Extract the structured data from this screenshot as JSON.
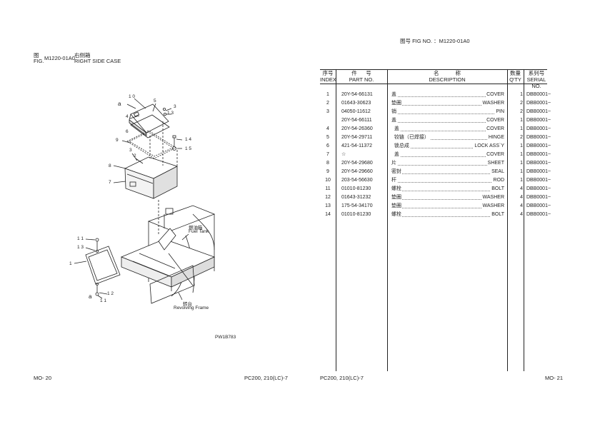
{
  "left_page": {
    "fig_label_cn": "图",
    "fig_label_en": "FIG.",
    "fig_no": "M1220-01A0",
    "title_cn": "右侧箱",
    "title_en": "RIGHT SIDE CASE",
    "drawing_code": "PW1B783",
    "footer_left": "MO- 20",
    "footer_right": "PC200, 210(LC)-7",
    "callouts": [
      "1 0",
      "5",
      "3",
      "4",
      "a",
      "1 3",
      "6",
      "9",
      "1 4",
      "1 5",
      "3",
      "2",
      "8",
      "7",
      "1 1",
      "1 3",
      "1",
      "1 2",
      "1 1",
      "a"
    ],
    "fuel_tank_cn": "燃油箱",
    "fuel_tank_en": "Fuel Tank",
    "frame_cn": "转台",
    "frame_en": "Revolving Frame"
  },
  "right_page": {
    "fig_header": "图号  FIG NO.  ：M1220-01A0",
    "footer_left": "PC200, 210(LC)-7",
    "footer_right": "MO- 21",
    "headers": {
      "index_cn": "序号",
      "index_en": "INDEX",
      "part_cn": "件      号",
      "part_en": "PART NO.",
      "desc_cn": "名           称",
      "desc_en": "DESCRIPTION",
      "qty_cn": "数量",
      "qty_en": "Q'TY",
      "serial_cn": "系列号",
      "serial_en": "SERIAL NO."
    },
    "rows": [
      {
        "index": "1",
        "part": "20Y-54-66131",
        "cn": "盖",
        "en": "COVER",
        "qty": "1",
        "serial": "DBB0001~"
      },
      {
        "index": "2",
        "part": "01643-30623",
        "cn": "垫圈",
        "en": "WASHER",
        "qty": "2",
        "serial": "DBB0001~"
      },
      {
        "index": "3",
        "part": "04050-11612",
        "cn": "销",
        "en": "PIN",
        "qty": "2",
        "serial": "DBB0001~"
      },
      {
        "index": "",
        "part": "20Y-54-66111",
        "cn": "盖",
        "en": "COVER",
        "qty": "1",
        "serial": "DBB0001~"
      },
      {
        "index": "4",
        "part": "20Y-54-26360",
        "cn": "  盖",
        "en": "COVER",
        "qty": "1",
        "serial": "DBB0001~"
      },
      {
        "index": "5",
        "part": "20Y-54-29711",
        "cn": "  铰链（已焊接）",
        "en": "HINGE",
        "qty": "2",
        "serial": "DBB0001~"
      },
      {
        "index": "6",
        "part": "421-54-11372",
        "cn": "  锁总成",
        "en": "LOCK ASS`Y",
        "qty": "1",
        "serial": "DBB0001~"
      },
      {
        "index": "7",
        "part": "☆",
        "cn": "  盖",
        "en": "COVER",
        "qty": "1",
        "serial": "DBB0001~"
      },
      {
        "index": "8",
        "part": "20Y-54-29680",
        "cn": "片",
        "en": "SHEET",
        "qty": "1",
        "serial": "DBB0001~"
      },
      {
        "index": "9",
        "part": "20Y-54-29660",
        "cn": "密封",
        "en": "SEAL",
        "qty": "1",
        "serial": "DBB0001~"
      },
      {
        "index": "10",
        "part": "203-54-56630",
        "cn": "杆",
        "en": "ROD",
        "qty": "1",
        "serial": "DBB0001~"
      },
      {
        "index": "11",
        "part": "01010-81230",
        "cn": "螺栓",
        "en": "BOLT",
        "qty": "4",
        "serial": "DBB0001~"
      },
      {
        "index": "12",
        "part": "01643-31232",
        "cn": "垫圈",
        "en": "WASHER",
        "qty": "4",
        "serial": "DBB0001~"
      },
      {
        "index": "13",
        "part": "175-54-34170",
        "cn": "垫圈",
        "en": "WASHER",
        "qty": "4",
        "serial": "DBB0001~"
      },
      {
        "index": "14",
        "part": "01010-81230",
        "cn": "螺栓",
        "en": "BOLT",
        "qty": "4",
        "serial": "DBB0001~"
      }
    ]
  }
}
